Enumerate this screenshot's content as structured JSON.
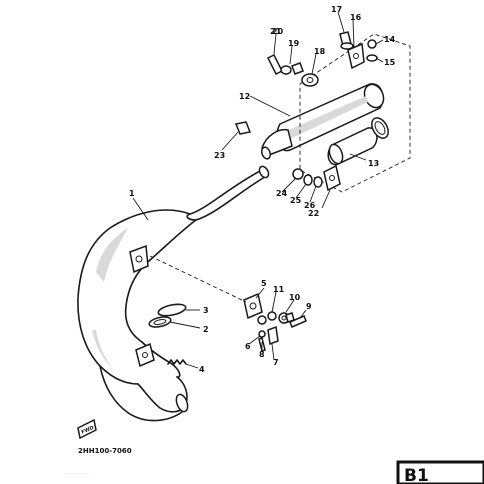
{
  "diagram": {
    "callouts": [
      "1",
      "2",
      "3",
      "4",
      "5",
      "6",
      "7",
      "8",
      "9",
      "10",
      "11",
      "12",
      "13",
      "14",
      "15",
      "16",
      "17",
      "18",
      "19",
      "20",
      "21",
      "22",
      "23",
      "24",
      "25",
      "26"
    ],
    "drawing_code": "2HH100-7060",
    "forward_badge": "FWD",
    "section_tab": "B1",
    "footer_text": "· · · · · · ·   · · · · ·"
  }
}
